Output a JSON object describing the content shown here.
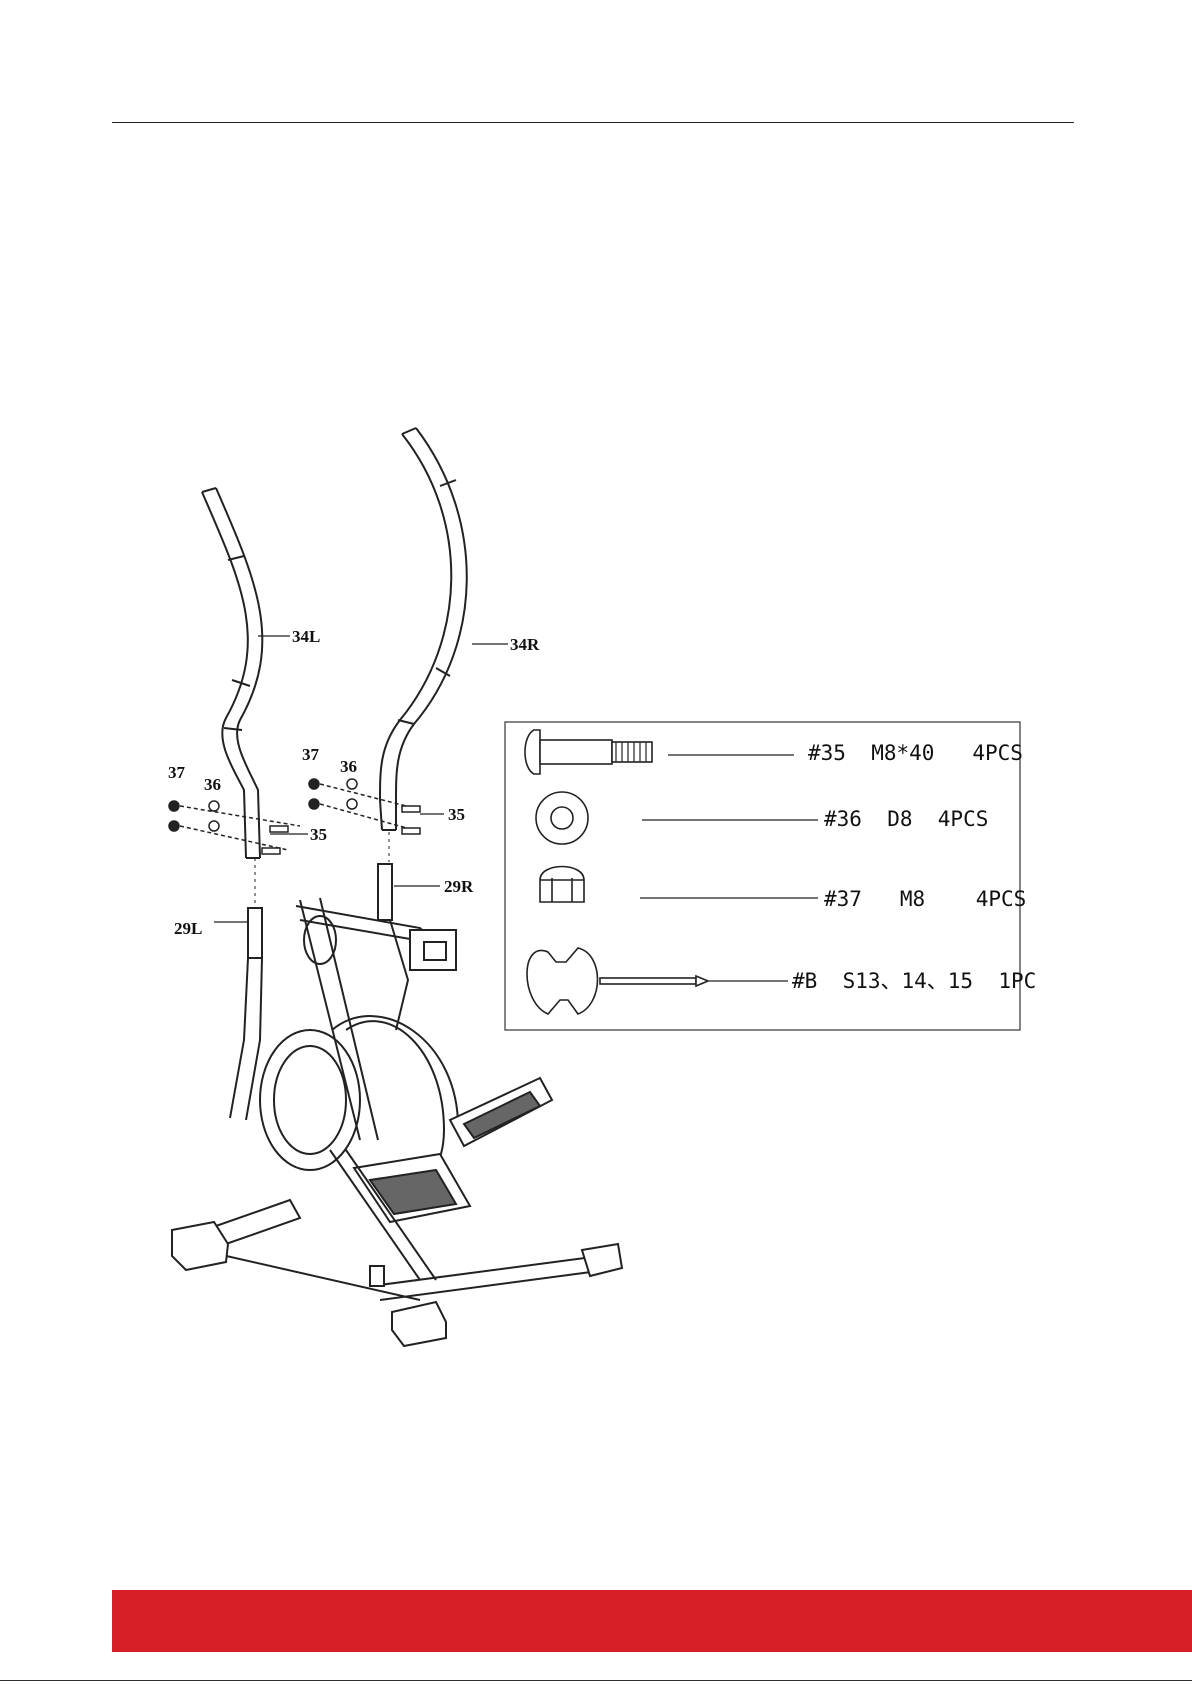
{
  "diagram": {
    "callouts": {
      "c34L": "34L",
      "c34R": "34R",
      "c37_left": "37",
      "c36_left": "36",
      "c35_left": "35",
      "c37_right": "37",
      "c36_right": "36",
      "c35_right": "35",
      "c29L": "29L",
      "c29R": "29R"
    }
  },
  "hardware": [
    {
      "icon": "carriage-bolt-icon",
      "label": "#35  M8*40   4PCS"
    },
    {
      "icon": "washer-icon",
      "label": "#36  D8  4PCS"
    },
    {
      "icon": "cap-nut-icon",
      "label": "#37   M8    4PCS"
    },
    {
      "icon": "wrench-icon",
      "label": "#B  S13、14、15  1PC"
    }
  ],
  "colors": {
    "footer": "#d71f27",
    "line": "#222222"
  }
}
